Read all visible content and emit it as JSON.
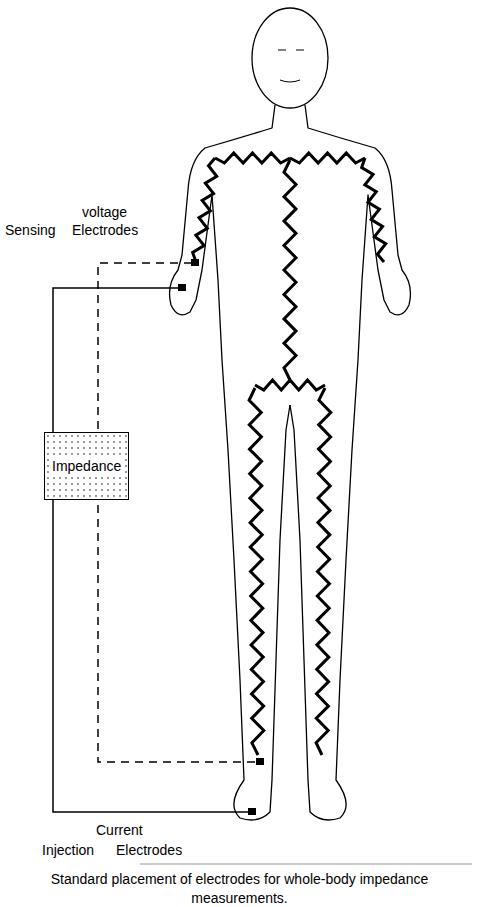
{
  "diagram": {
    "caption": "Standard placement of electrodes for whole-body impedance measurements.",
    "nodes": [
      {
        "text": [
          "Impedance"
        ]
      }
    ],
    "labels": [
      "voltage",
      "Sensing",
      "Electrodes",
      "Current",
      "Injection",
      "Electrodes"
    ]
  }
}
